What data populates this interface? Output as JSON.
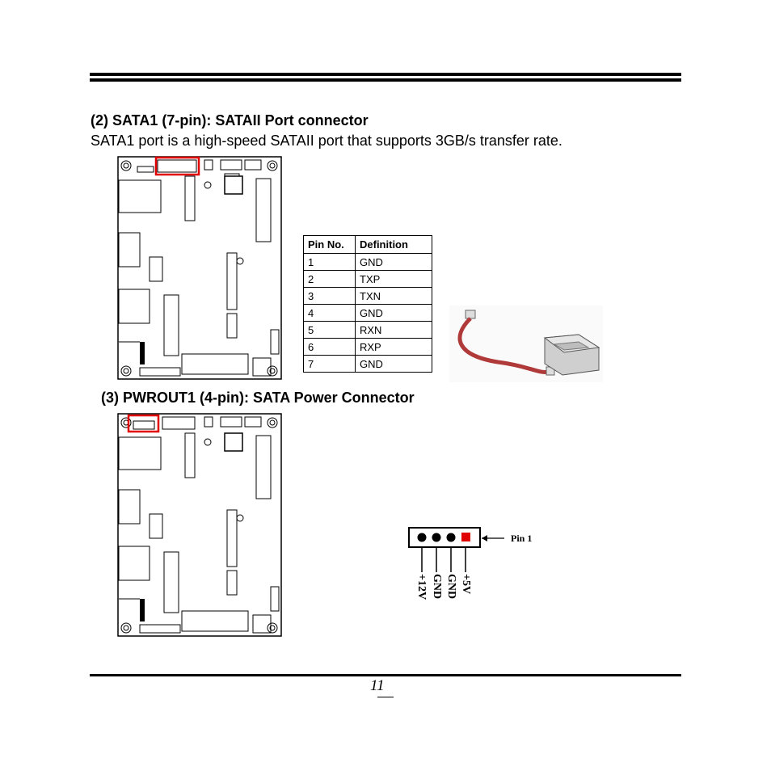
{
  "section_sata": {
    "heading": "(2) SATA1 (7-pin): SATAII Port connector",
    "description": "SATA1 port is a high-speed SATAII port that supports 3GB/s transfer rate."
  },
  "pin_table": {
    "headers": [
      "Pin No.",
      "Definition"
    ],
    "rows": [
      [
        "1",
        "GND"
      ],
      [
        "2",
        "TXP"
      ],
      [
        "3",
        "TXN"
      ],
      [
        "4",
        "GND"
      ],
      [
        "5",
        "RXN"
      ],
      [
        "6",
        "RXP"
      ],
      [
        "7",
        "GND"
      ]
    ]
  },
  "section_power": {
    "heading": "(3) PWROUT1 (4-pin): SATA Power Connector"
  },
  "power_connector": {
    "pin1_label": "Pin 1",
    "pin_labels": [
      "+12V",
      "GND",
      "GND",
      "+5V"
    ]
  },
  "page_number": "11",
  "colors": {
    "highlight": "#e00000",
    "ink": "#000000",
    "cable": "#b03a3a"
  }
}
